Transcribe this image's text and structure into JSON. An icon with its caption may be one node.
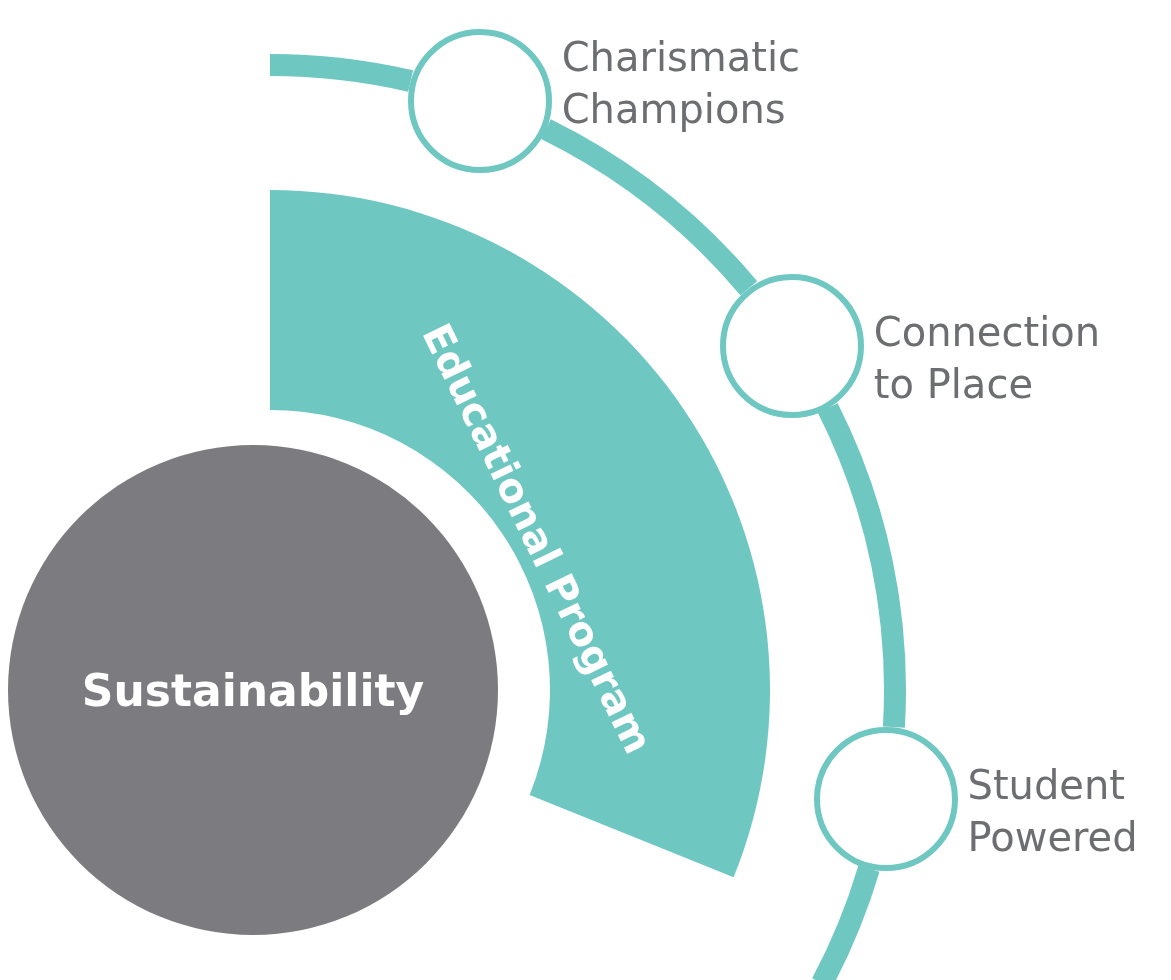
{
  "diagram": {
    "nodes": [
      {
        "text": [
          "Sustainability"
        ]
      },
      {
        "text": [
          "Educational Program"
        ]
      },
      {
        "text": [],
        "shape": "circle",
        "beside": [
          "Charismatic Champions"
        ]
      },
      {
        "text": [],
        "shape": "circle",
        "beside": [
          "Connection to Place"
        ]
      },
      {
        "text": [],
        "shape": "circle",
        "beside": [
          "Student Powered"
        ]
      }
    ],
    "edges": [
      {
        "from": null,
        "to": 2,
        "arrow": "none"
      },
      {
        "from": 2,
        "to": 3,
        "arrow": "none"
      },
      {
        "from": 3,
        "to": 4,
        "arrow": "none"
      },
      {
        "from": 4,
        "to": null,
        "arrow": "none"
      }
    ]
  }
}
